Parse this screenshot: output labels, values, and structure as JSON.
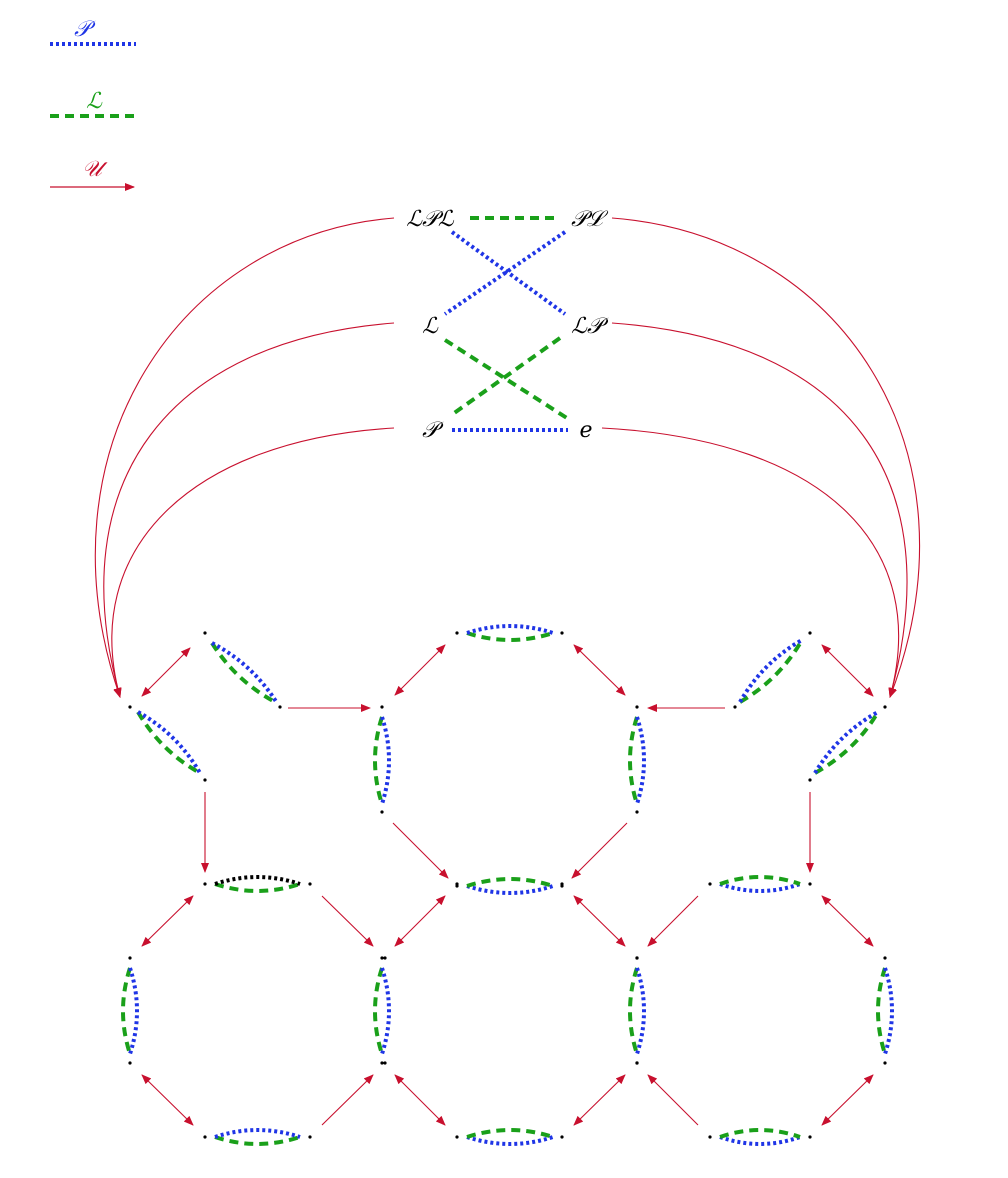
{
  "colors": {
    "P": "#1f35e6",
    "L": "#1aa01a",
    "U": "#c8102e",
    "node": "#000000"
  },
  "legend": {
    "P": "𝒫",
    "L": "ℒ",
    "U": "𝒰"
  },
  "group_nodes": {
    "LPL": "ℒ𝒫ℒ",
    "PL": "𝒫ℒ",
    "L": "ℒ",
    "LP": "ℒ𝒫",
    "P": "𝒫",
    "e": "e"
  }
}
